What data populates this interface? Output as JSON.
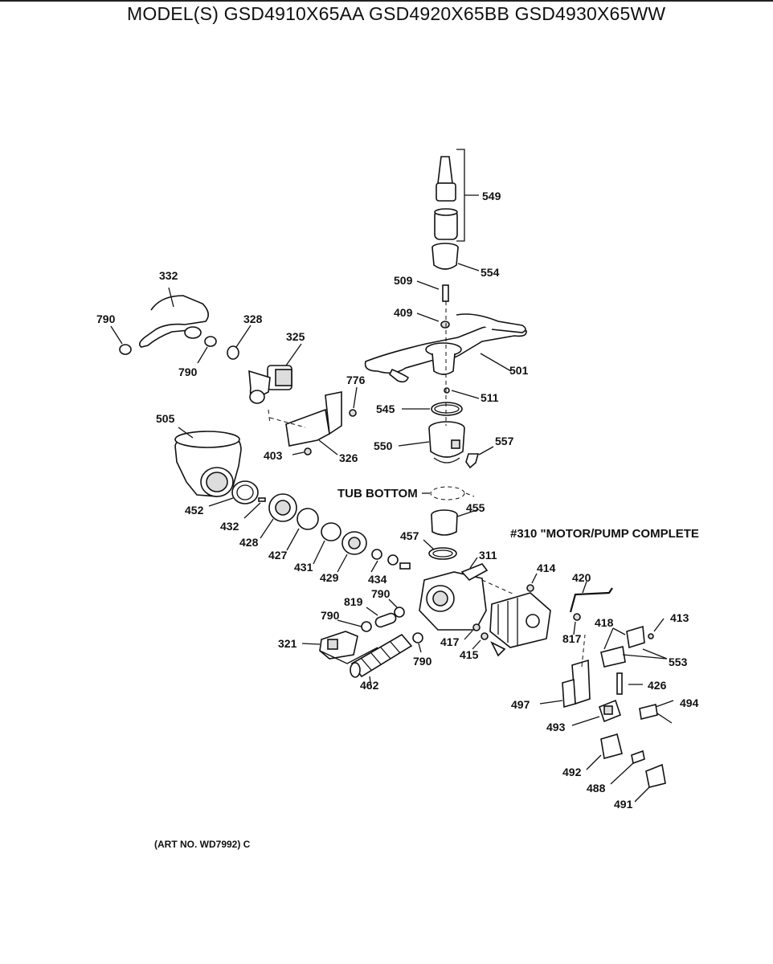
{
  "header": {
    "title": "MODEL(S) GSD4910X65AA  GSD4920X65BB  GSD4930X65WW"
  },
  "diagram": {
    "assembly_note": "#310 \"MOTOR/PUMP COMPLETE",
    "tub_bottom_label": "TUB BOTTOM",
    "art_number": "(ART NO. WD7992) C",
    "callouts": {
      "c549": "549",
      "c554": "554",
      "c509": "509",
      "c409": "409",
      "c501": "501",
      "c511": "511",
      "c545": "545",
      "c550": "550",
      "c557": "557",
      "c455": "455",
      "c457": "457",
      "c332": "332",
      "c790a": "790",
      "c790b": "790",
      "c328": "328",
      "c325": "325",
      "c776": "776",
      "c505": "505",
      "c403": "403",
      "c326": "326",
      "c452": "452",
      "c432": "432",
      "c428": "428",
      "c427": "427",
      "c431": "431",
      "c429": "429",
      "c434": "434",
      "c311": "311",
      "c414": "414",
      "c420": "420",
      "c819": "819",
      "c790c": "790",
      "c790d": "790",
      "c790e": "790",
      "c321": "321",
      "c462": "462",
      "c417": "417",
      "c415": "415",
      "c817": "817",
      "c418": "418",
      "c413": "413",
      "c553": "553",
      "c426": "426",
      "c497": "497",
      "c494": "494",
      "c493": "493",
      "c492": "492",
      "c488": "488",
      "c491": "491"
    }
  }
}
